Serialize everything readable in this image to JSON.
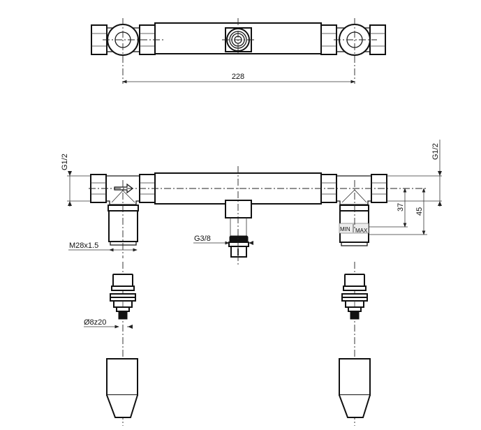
{
  "drawing": {
    "top_view": {
      "dimension_center_distance": "228"
    },
    "front_view": {
      "thread_left_inlet": "G1/2",
      "thread_right_inlet": "G1/2",
      "thread_cartridge": "M28x1.5",
      "thread_outlet": "G3/8",
      "dimension_min": "37",
      "dimension_max": "45",
      "label_min": "MIN",
      "label_max": "MAX"
    },
    "spindle": {
      "diameter_label": "Ø8z20"
    }
  }
}
